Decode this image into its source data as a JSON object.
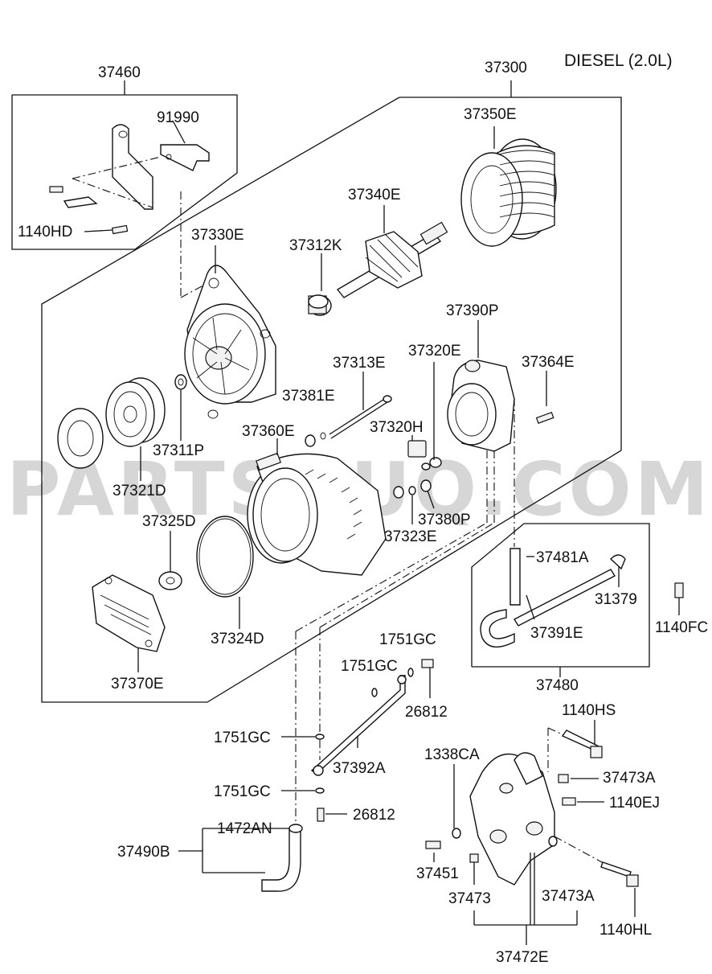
{
  "title": "DIESEL (2.0L)",
  "watermark": "PARTSOUQ.COM",
  "labels": {
    "p37460": "37460",
    "p91990": "91990",
    "p1140HD": "1140HD",
    "p37300": "37300",
    "p37350E": "37350E",
    "p37340E": "37340E",
    "p37330E": "37330E",
    "p37312K": "37312K",
    "p37390P": "37390P",
    "p37320E": "37320E",
    "p37364E": "37364E",
    "p37313E": "37313E",
    "p37381E": "37381E",
    "p37311P": "37311P",
    "p37360E": "37360E",
    "p37320H": "37320H",
    "p37321D": "37321D",
    "p37380P": "37380P",
    "p37323E": "37323E",
    "p37325D": "37325D",
    "p37481A": "37481A",
    "p31379": "31379",
    "p37391E": "37391E",
    "p1140FC": "1140FC",
    "p37324D": "37324D",
    "p37370E": "37370E",
    "p1751GC_a": "1751GC",
    "p1751GC_b": "1751GC",
    "p26812_a": "26812",
    "p37480": "37480",
    "p1140HS": "1140HS",
    "p1751GC_c": "1751GC",
    "p37392A": "37392A",
    "p1338CA": "1338CA",
    "p37473A_a": "37473A",
    "p1140EJ": "1140EJ",
    "p1751GC_d": "1751GC",
    "p26812_b": "26812",
    "p1472AN": "1472AN",
    "p37490B": "37490B",
    "p37451": "37451",
    "p37473": "37473",
    "p37473A_b": "37473A",
    "p1140HL": "1140HL",
    "p37472E": "37472E"
  }
}
